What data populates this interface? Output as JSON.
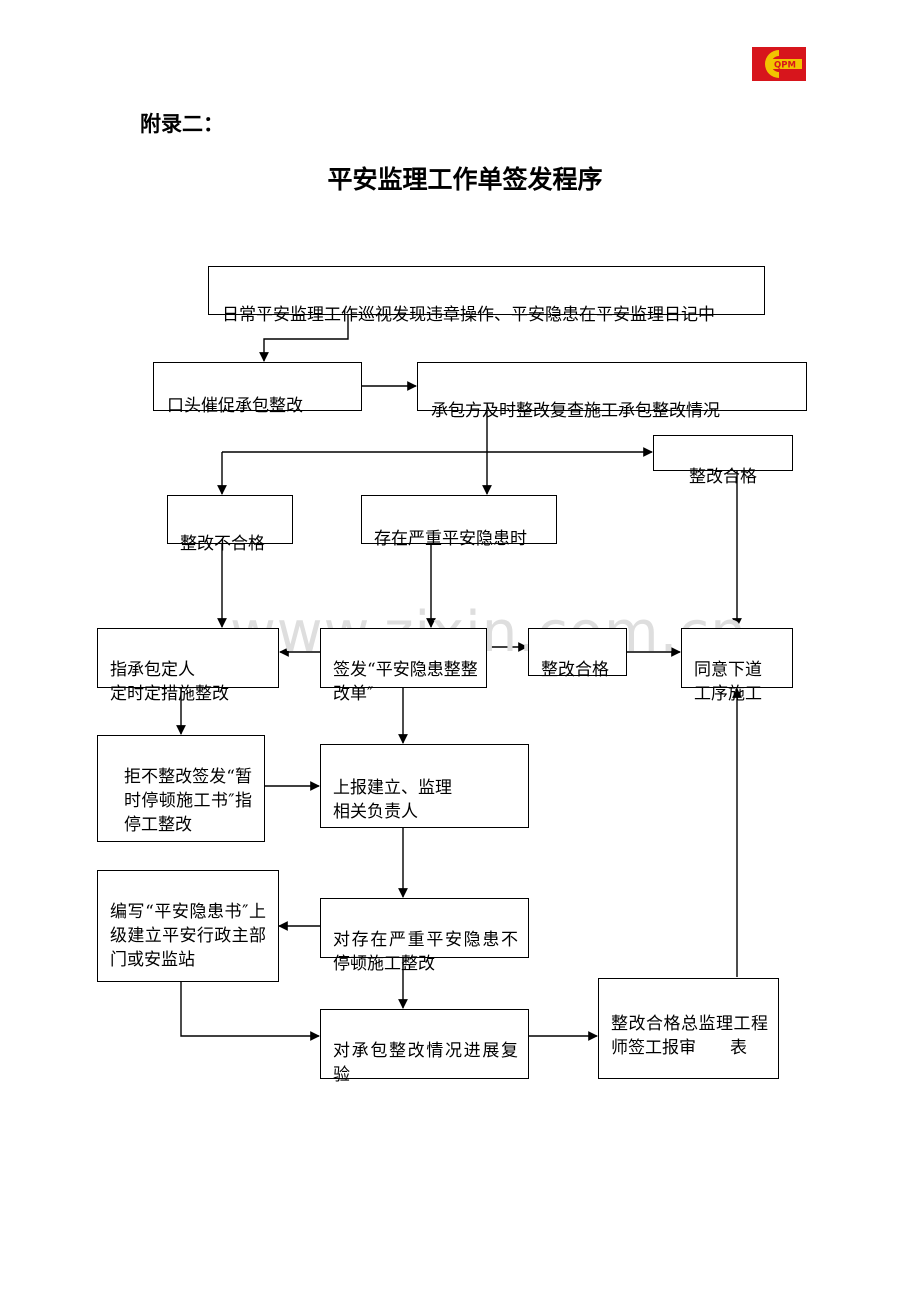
{
  "header": {
    "appendix_label": "附录二：",
    "title": "平安监理工作单签发程序",
    "logo_text": "QPM"
  },
  "watermark": "www.zixin.com.cn",
  "flow": {
    "daily_patrol": "日常平安监理工作巡视发现违章操作、平安隐患在平安监理日记中",
    "verbal_urge": "口头催促承包整改",
    "contractor_rectify": "承包方及时整改复查施工承包整改情况",
    "rectify_pass_top": "整改合格",
    "rectify_fail": "整改不合格",
    "serious_hazard": "存在严重平安隐患时",
    "assign_person": "指承包定人\n定时定措施整改",
    "issue_notice": "签发“平安隐患整整改单″",
    "rectify_pass_mid": "整改合格",
    "agree_next": "同意下道\n工序施工",
    "refuse_stop": "拒不整改签发“暂时停顿施工书″指停工整改",
    "report": "上报建立、监理\n相关负责人",
    "write_report": "编写“平安隐患书″上级建立平安行政主部门或安监站",
    "serious_stop": "对存在严重平安隐患不停顿施工整改",
    "review": "对承包整改情况进展复验",
    "chief_sign": "整改合格总监理工程师签工报审　　表"
  },
  "colors": {
    "logo_red": "#d7151c",
    "logo_yellow": "#f2c400",
    "watermark": "#dedede"
  }
}
